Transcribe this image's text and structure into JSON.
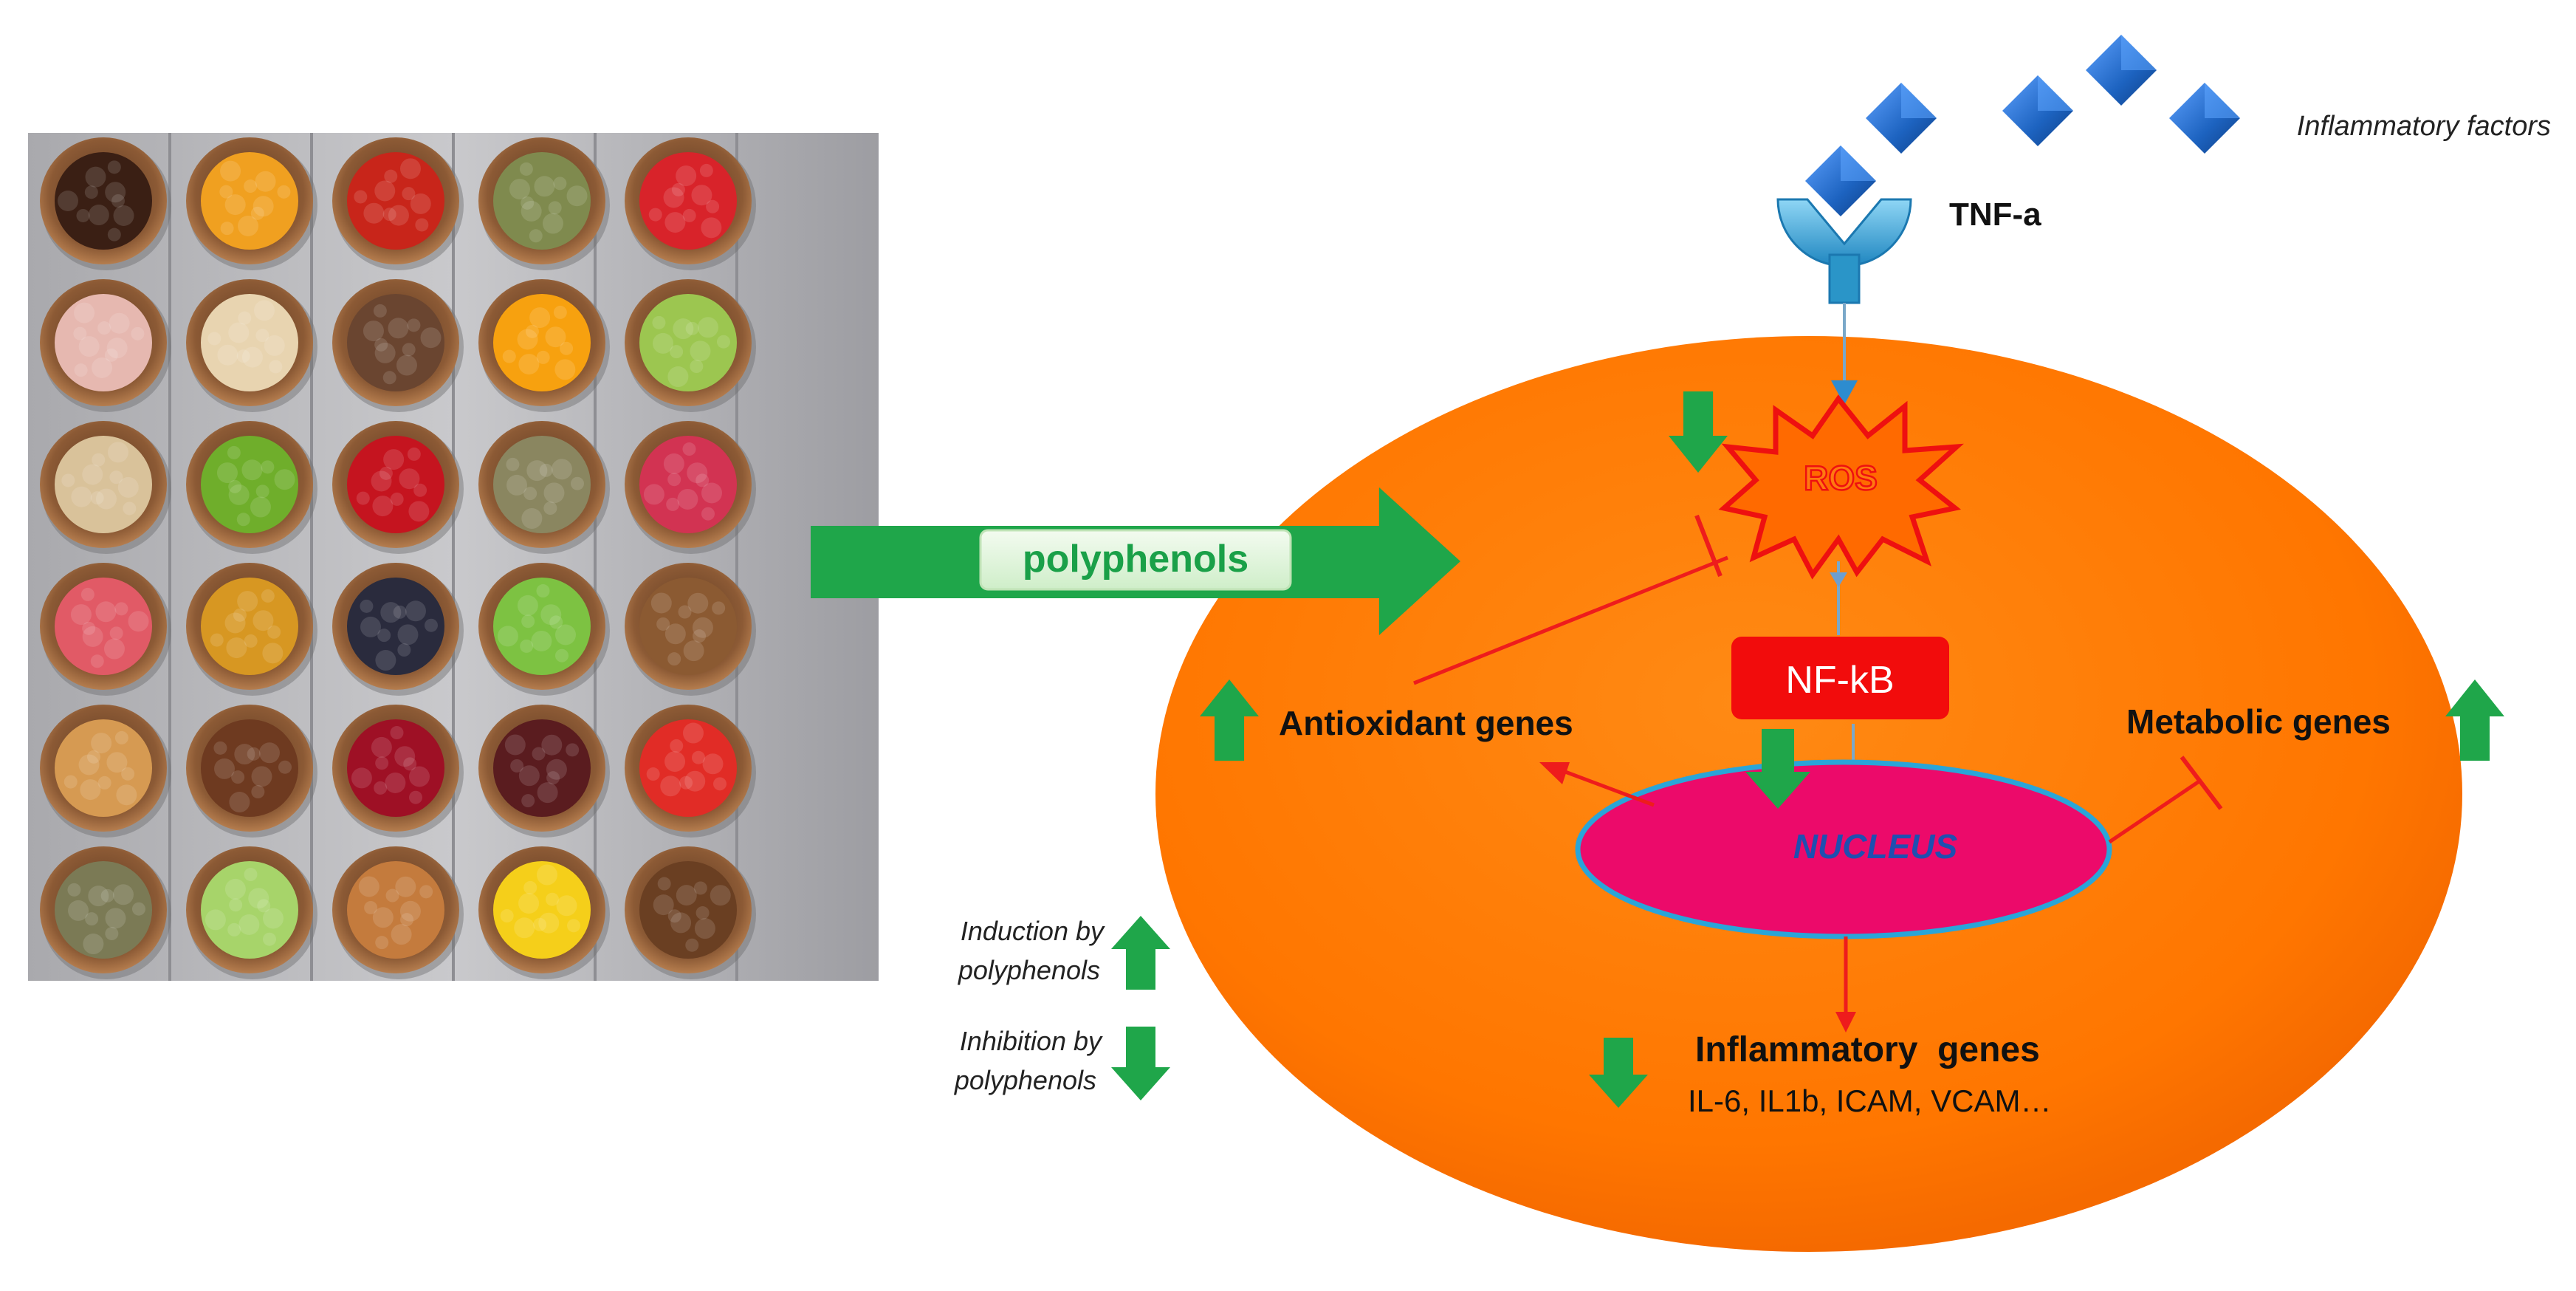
{
  "labels": {
    "polyphenols": "polyphenols",
    "inflammatory_factors": "Inflammatory factors",
    "tnf": "TNF-a",
    "ros": "ROS",
    "nfkb": "NF-kB",
    "nucleus": "NUCLEUS",
    "antioxidant_genes": "Antioxidant genes",
    "metabolic_genes": "Metabolic genes",
    "inflammatory_genes": "Inflammatory  genes",
    "inflammatory_genes_list": "IL-6, IL1b, ICAM, VCAM…"
  },
  "legend": {
    "induction_line1": "Induction by",
    "induction_line2": "polyphenols",
    "inhibition_line1": "Inhibition by",
    "inhibition_line2": "polyphenols"
  },
  "colors": {
    "cell": "#ff7c00",
    "nucleus": "#ec0a6a",
    "nucleus_border": "#2aa5d8",
    "nfkb": "#f20c0c",
    "green_arrow": "#1fa64a",
    "red_line": "#ee1c1c",
    "receptor": "#2a95c8",
    "diamond": "#1d63c0",
    "wood_dark": "#7b7b80"
  },
  "food_bowls": [
    [
      "cloves",
      "turmeric",
      "red-chili",
      "herbs",
      "strawberries"
    ],
    [
      "garlic",
      "ginseng",
      "cocoa-nibs",
      "orange-slices",
      "grapes"
    ],
    [
      "flour",
      "kiwi",
      "cherries",
      "dried-herbs",
      "raspberries"
    ],
    [
      "rhubarb",
      "bee-pollen",
      "blueberries",
      "lime",
      "hazelnuts"
    ],
    [
      "dried-mango",
      "cocoa-powder",
      "cranberries",
      "quinoa",
      "tomatoes"
    ],
    [
      "sage",
      "green-apple",
      "turmeric-root",
      "lemon",
      "rooibos"
    ]
  ]
}
